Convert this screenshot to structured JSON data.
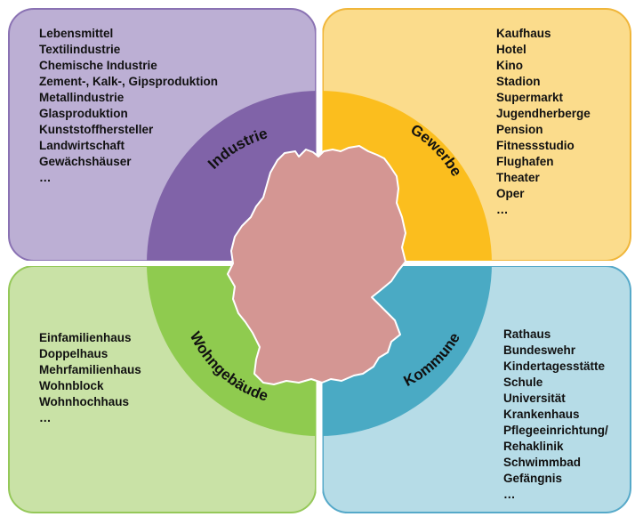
{
  "colors": {
    "industrie_box_fill": "#bcafd4",
    "industrie_box_stroke": "#8a72b3",
    "industrie_ring": "#8063a8",
    "gewerbe_box_fill": "#fbdc8c",
    "gewerbe_box_stroke": "#f0b63a",
    "gewerbe_ring": "#fbbe1e",
    "wohn_box_fill": "#c9e2a6",
    "wohn_box_stroke": "#95c859",
    "wohn_ring": "#8fcb4f",
    "kommune_box_fill": "#b6dce7",
    "kommune_box_stroke": "#56a9c9",
    "kommune_ring": "#4aaac4",
    "germany_fill": "#d49693",
    "text": "#111111"
  },
  "sectors": [
    {
      "name": "Industrie",
      "items": [
        "Lebensmittel",
        "Textilindustrie",
        "Chemische Industrie",
        "Zement-, Kalk-, Gipsproduktion",
        "Metallindustrie",
        "Glasproduktion",
        "Kunststoffhersteller",
        "Landwirtschaft",
        "Gewächshäuser",
        "…"
      ]
    },
    {
      "name": "Gewerbe",
      "items": [
        "Kaufhaus",
        "Hotel",
        "Kino",
        "Stadion",
        "Supermarkt",
        "Jugendherberge",
        "Pension",
        "Fitnessstudio",
        "Flughafen",
        "Theater",
        "Oper",
        "…"
      ]
    },
    {
      "name": "Wohngebäude",
      "items": [
        "Einfamilienhaus",
        "Doppelhaus",
        "Mehrfamilienhaus",
        "Wohnblock",
        "Wohnhochhaus",
        "…"
      ]
    },
    {
      "name": "Kommune",
      "items": [
        "Rathaus",
        "Bundeswehr",
        "Kindertagesstätte",
        "Schule",
        "Universität",
        "Krankenhaus",
        "Pflegeeinrichtung/",
        "Rehaklinik",
        "Schwimmbad",
        "Gefängnis",
        "…"
      ]
    }
  ]
}
